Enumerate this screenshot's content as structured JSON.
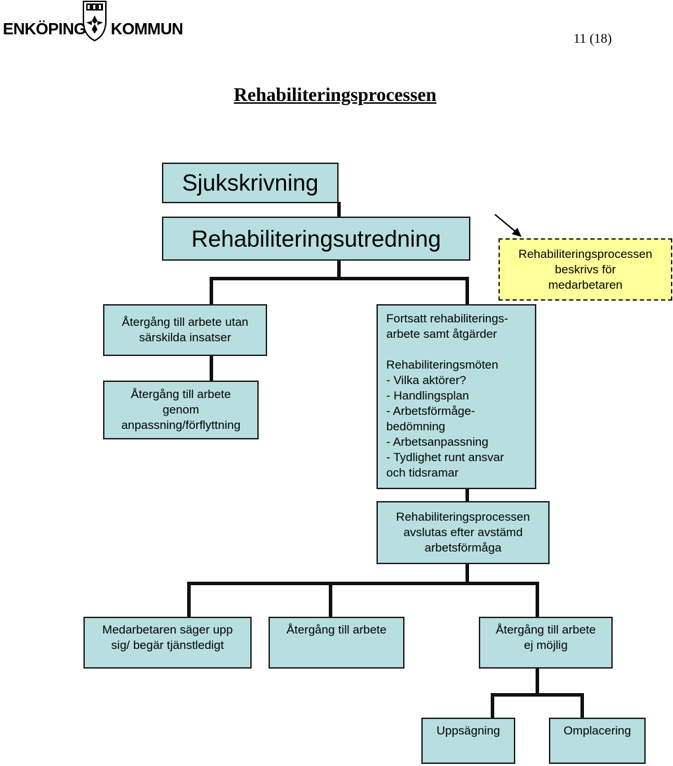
{
  "header": {
    "logo_left": "ENKÖPINGS",
    "logo_right": "KOMMUN",
    "page_number": "11 (18)"
  },
  "title": "Rehabiliteringsprocessen",
  "flow": {
    "sjukskrivning": "Sjukskrivning",
    "utredning": "Rehabiliteringsutredning",
    "note": "Rehabiliteringsprocessen\nbeskrivs för\nmedarbetaren",
    "left1": "Återgång till arbete utan\nsärskilda insatser",
    "left2": "Återgång till arbete\ngenom\nanpassning/förflyttning",
    "right_heading": "Fortsatt rehabiliterings-\narbete samt åtgärder",
    "right_body": "Rehabiliteringsmöten\n- Vilka aktörer?\n- Handlingsplan\n- Arbetsförmåge-\n  bedömning\n- Arbetsanpassning\n- Tydlighet runt ansvar\n  och tidsramar",
    "avslutas": "Rehabiliteringsprocessen\navslutas efter avstämd\narbetsförmåga",
    "out1": "Medarbetaren säger upp\nsig/ begär tjänstledigt",
    "out2": "Återgång till arbete",
    "out3": "Återgång till arbete\nej möjlig",
    "final1": "Uppsägning",
    "final2": "Omplacering"
  }
}
